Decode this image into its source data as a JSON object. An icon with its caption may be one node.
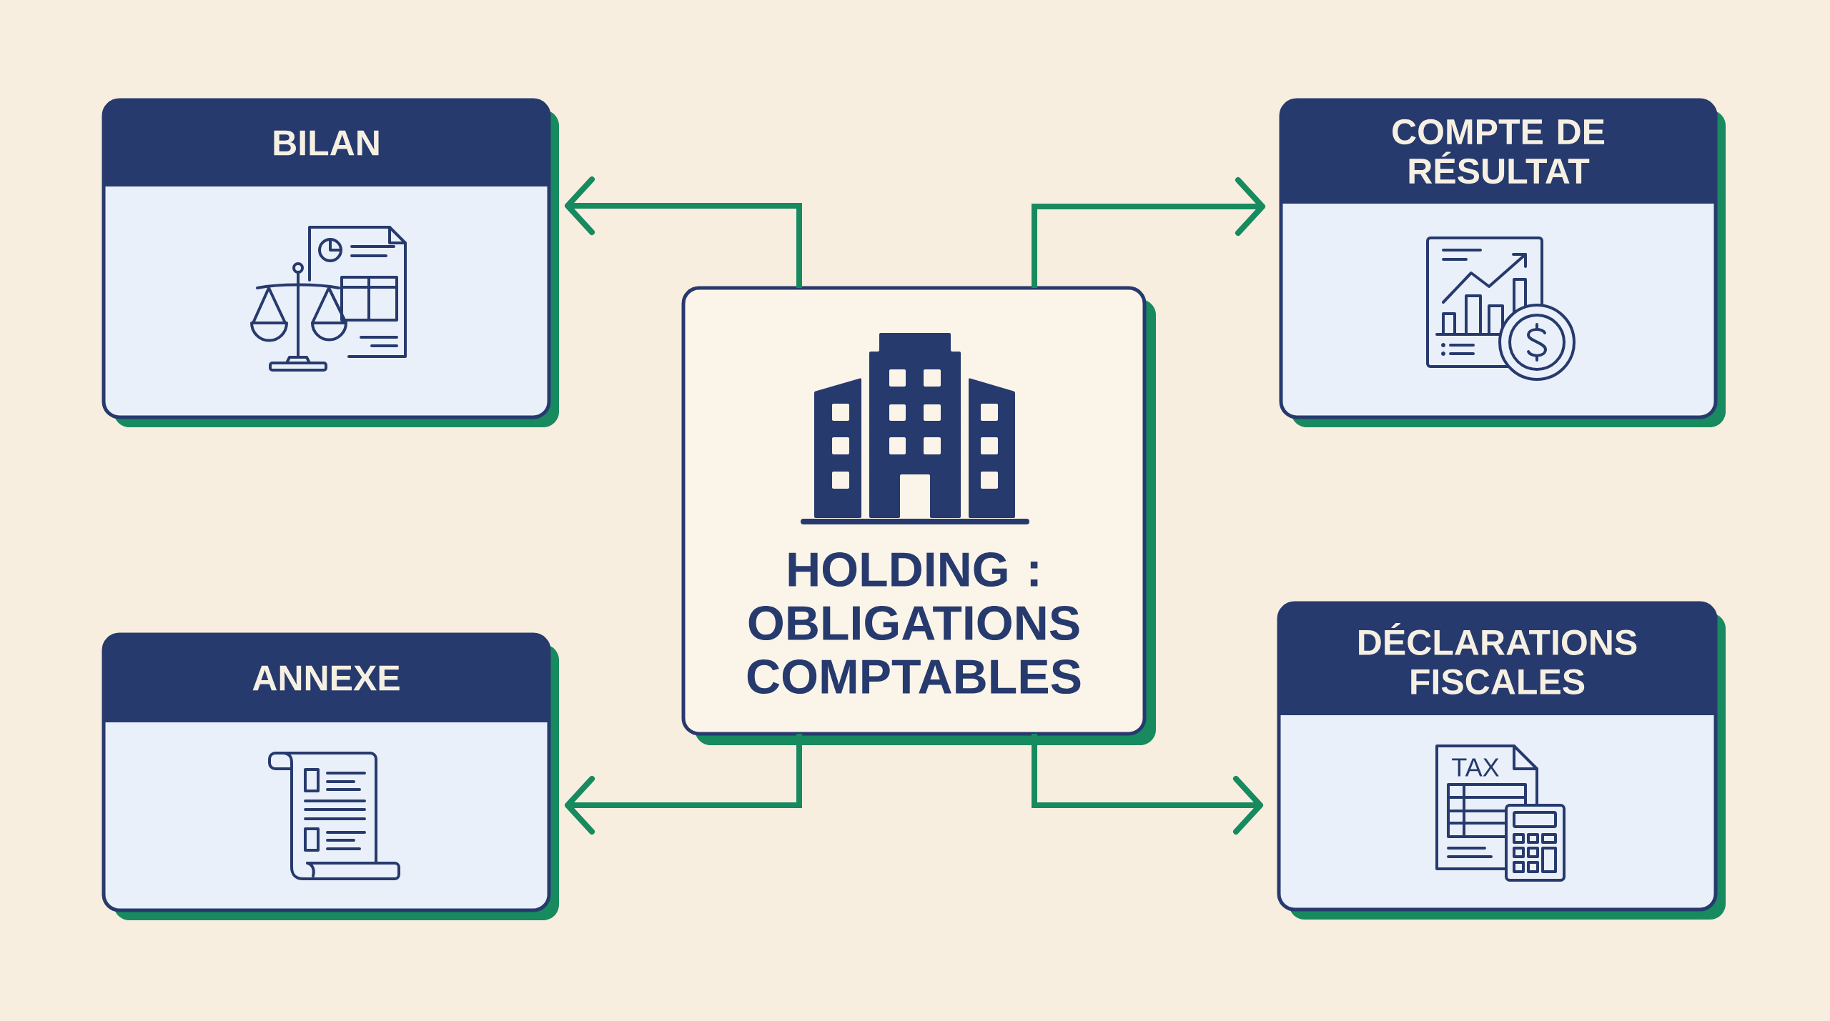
{
  "diagram": {
    "nodes": [
      {
        "text": [
          "HOLDING : OBLIGATIONS COMPTABLES"
        ]
      },
      {
        "text": [
          "BILAN"
        ]
      },
      {
        "text": [
          "COMPTE DE RÉSULTAT"
        ]
      },
      {
        "text": [
          "ANNEXE"
        ]
      },
      {
        "text": [
          "DÉCLARATIONS FISCALES"
        ]
      }
    ],
    "edges": [
      {
        "from": 0,
        "to": 1,
        "arrow": "to"
      },
      {
        "from": 0,
        "to": 2,
        "arrow": "to"
      },
      {
        "from": 0,
        "to": 3,
        "arrow": "to"
      },
      {
        "from": 0,
        "to": 4,
        "arrow": "to"
      }
    ],
    "labels": [
      "TAX"
    ]
  }
}
